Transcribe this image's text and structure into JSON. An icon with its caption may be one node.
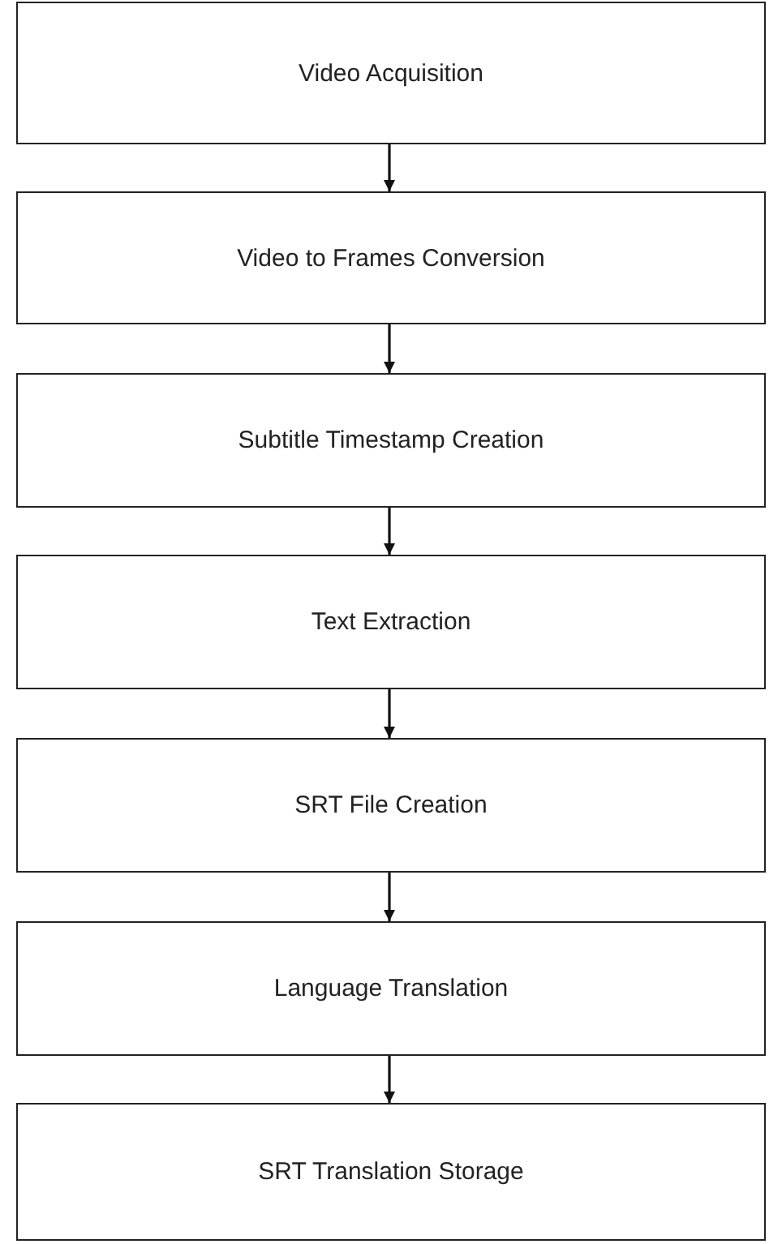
{
  "diagram": {
    "nodes": [
      {
        "text": [
          "Video Acquisition"
        ]
      },
      {
        "text": [
          "Video to Frames Conversion"
        ]
      },
      {
        "text": [
          "Subtitle Timestamp Creation"
        ]
      },
      {
        "text": [
          "Text Extraction"
        ]
      },
      {
        "text": [
          "SRT File Creation"
        ]
      },
      {
        "text": [
          "Language Translation"
        ]
      },
      {
        "text": [
          "SRT Translation Storage"
        ]
      }
    ],
    "edges": [
      {
        "from": 0,
        "to": 1,
        "arrow": "to"
      },
      {
        "from": 1,
        "to": 2,
        "arrow": "to"
      },
      {
        "from": 2,
        "to": 3,
        "arrow": "to"
      },
      {
        "from": 3,
        "to": 4,
        "arrow": "to"
      },
      {
        "from": 4,
        "to": 5,
        "arrow": "to"
      },
      {
        "from": 5,
        "to": 6,
        "arrow": "to"
      }
    ]
  }
}
